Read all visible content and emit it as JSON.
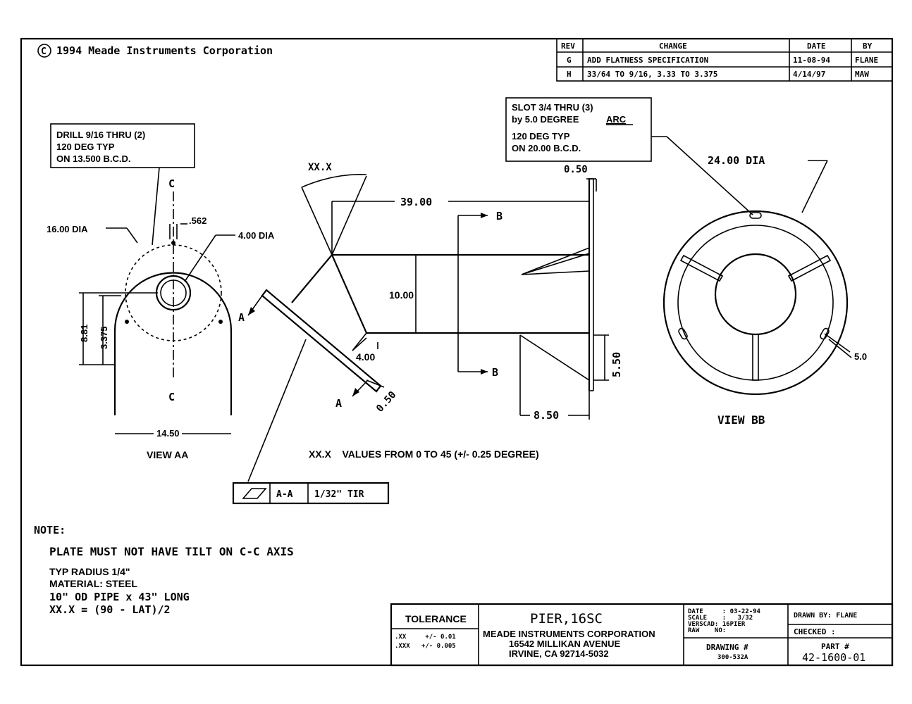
{
  "copyright": "1994 Meade Instruments Corporation",
  "copyright_symbol": "C",
  "revisions": {
    "headers": [
      "REV",
      "CHANGE",
      "DATE",
      "BY"
    ],
    "rows": [
      [
        "G",
        "ADD FLATNESS SPECIFICATION",
        "11-08-94",
        "FLANE"
      ],
      [
        "H",
        "33/64 TO 9/16, 3.33 TO 3.375",
        "4/14/97",
        "MAW"
      ]
    ]
  },
  "drill_note": [
    "DRILL 9/16 THRU (2)",
    "120 DEG TYP",
    "ON 13.500 B.C.D."
  ],
  "slot_note": [
    "SLOT 3/4 THRU (3)",
    "by 5.0 DEGREE",
    "ARC",
    "120 DEG TYP",
    "ON 20.00 B.C.D."
  ],
  "view_aa": {
    "label": "VIEW AA",
    "dim_16_dia": "16.00 DIA",
    "dim_4_dia": "4.00 DIA",
    "dim_562": ".562",
    "dim_881": "8.81",
    "dim_3375": "3.375",
    "dim_1450": "14.50",
    "section_c": "C"
  },
  "side_view": {
    "xx": "XX.X",
    "d39": "39.00",
    "d10": "10.00",
    "d4": "4.00",
    "d050_a": "0.50",
    "d050_b": "0.50",
    "d550": "5.50",
    "d850": "8.50",
    "a": "A",
    "b": "B"
  },
  "view_bb": {
    "label": "VIEW BB",
    "dia": "24.00 DIA",
    "angle": "5.0"
  },
  "xx_values": "XX.X    VALUES FROM 0 TO 45 (+/- 0.25 DEGREE)",
  "flatness": {
    "datum": "A-A",
    "tolerance": "1/32\" TIR"
  },
  "notes": {
    "heading": "NOTE:",
    "line1": "PLATE MUST NOT HAVE TILT ON C-C AXIS",
    "line2": "TYP RADIUS 1/4\"",
    "line3": "MATERIAL: STEEL",
    "line4": "10\" OD PIPE x 43\" LONG",
    "line5": "XX.X = (90 - LAT)/2"
  },
  "title_block": {
    "tolerance_title": "TOLERANCE",
    "tol_xx": ".XX     +/- 0.01",
    "tol_xxx": ".XXX   +/- 0.005",
    "part_name": "PIER,16SC",
    "company": "MEADE INSTRUMENTS CORPORATION",
    "address1": "16542 MILLIKAN AVENUE",
    "address2": "IRVINE, CA 92714-5032",
    "date_row": "DATE     : 03-22-94",
    "scale_row": "SCALE    :   3/32",
    "versacad_row": "VERSCAD: 16PIER",
    "raw_row": "RAW    NO:",
    "drawing_label": "DRAWING #",
    "drawing_no": "300-532A",
    "drawn_by": "DRAWN BY: FLANE",
    "checked": "CHECKED :",
    "part_label": "PART #",
    "part_no": "42-1600-01"
  }
}
